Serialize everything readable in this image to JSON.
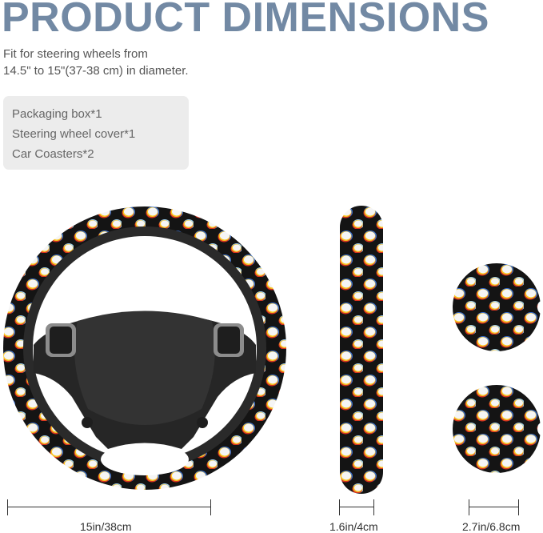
{
  "header": {
    "title": "PRODUCT DIMENSIONS",
    "fit_line_1": "Fit for steering wheels from",
    "fit_line_2": "14.5\" to 15\"(37-38 cm) in diameter."
  },
  "package_contents": {
    "items": [
      "Packaging box*1",
      "Steering wheel cover*1",
      "Car Coasters*2"
    ]
  },
  "products": {
    "steering_wheel": {
      "icon": "steering-wheel-cover-icon",
      "dimension_label": "15in/38cm"
    },
    "side_profile": {
      "icon": "cover-side-profile-icon",
      "dimension_label": "1.6in/4cm"
    },
    "coasters": {
      "icon": "car-coaster-icon",
      "count": 2,
      "dimension_label": "2.7in/6.8cm"
    }
  },
  "colors": {
    "title": "#7289a4",
    "text": "#555555",
    "box_bg": "#ececec",
    "pattern_bg": "#141414",
    "pattern_accents": [
      "#f5f5f5",
      "#f7c520",
      "#d9341f",
      "#3a6fd0",
      "#9ccbe8"
    ]
  }
}
